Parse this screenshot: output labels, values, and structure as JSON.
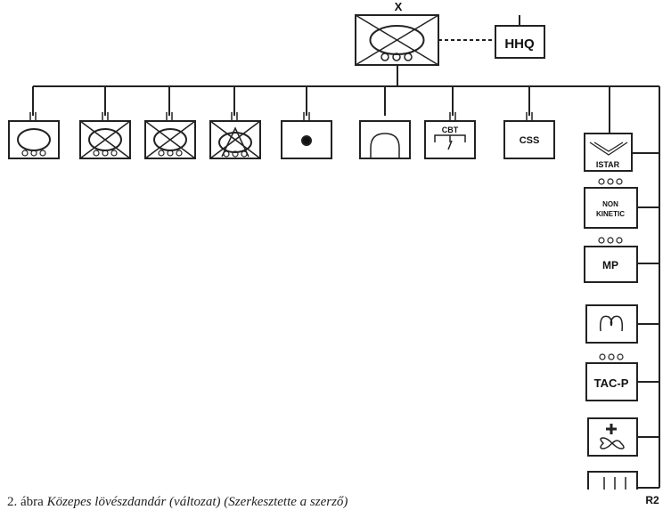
{
  "hq": {
    "echelon": "X",
    "support_label": "HHQ"
  },
  "units_top": [
    {
      "label": ""
    },
    {
      "label": ""
    },
    {
      "label": ""
    },
    {
      "label": ""
    },
    {
      "label": ""
    },
    {
      "label": ""
    },
    {
      "label": "CBT"
    },
    {
      "label": "CSS"
    }
  ],
  "units_right": [
    {
      "label": "ISTAR"
    },
    {
      "label_line1": "NON",
      "label_line2": "KINETIC"
    },
    {
      "label": "MP"
    },
    {
      "label": ""
    },
    {
      "label": "TAC-P"
    },
    {
      "label": ""
    },
    {
      "label": "R2"
    }
  ],
  "caption": {
    "number": "2. ábra ",
    "title": "Közepes lövészdandár (változat) (Szerkesztette a szerző)"
  }
}
